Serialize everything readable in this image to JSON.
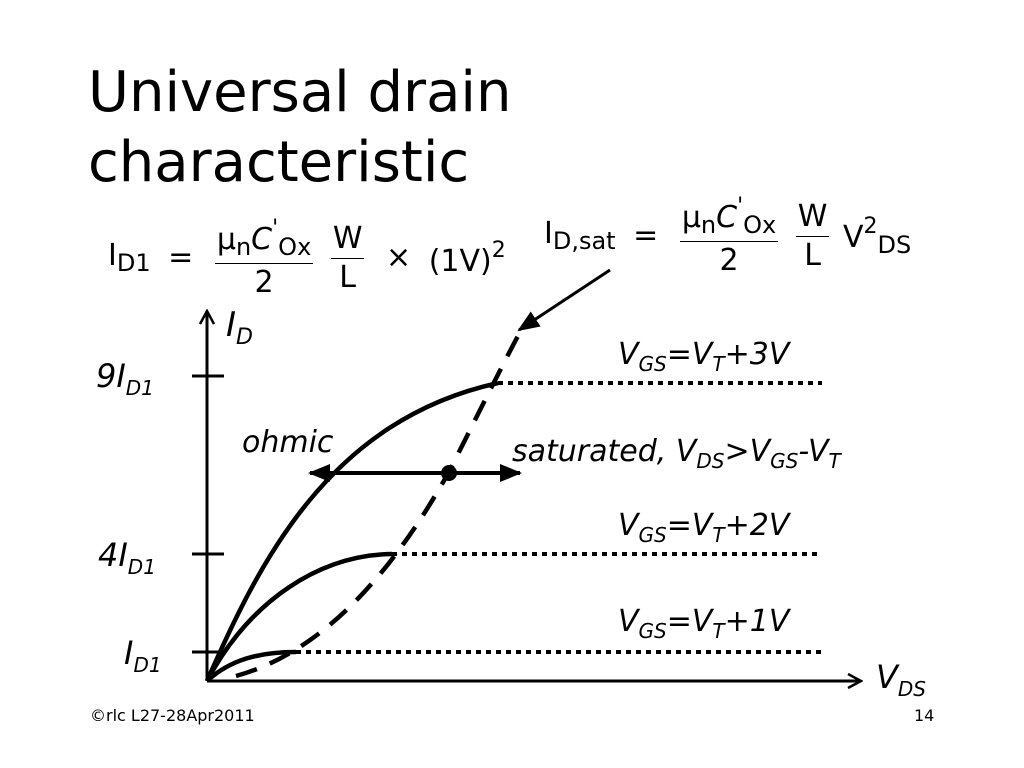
{
  "slide": {
    "title_line1": "Universal drain",
    "title_line2": "characteristic",
    "footer_left": "©rlc L27-28Apr2011",
    "footer_right": "14"
  },
  "formula_id1": {
    "lhs": "I",
    "lhs_sub": "D1",
    "equals": "=",
    "num_mu": "μ",
    "num_mu_sub": "n",
    "num_c": "C",
    "num_c_prime": "'",
    "num_ox": "Ox",
    "den": "2",
    "w": "W",
    "l": "L",
    "times": "×",
    "paren_term": "(1V)",
    "exponent": "2"
  },
  "formula_idsat": {
    "lhs": "I",
    "lhs_sub": "D,sat",
    "equals": "=",
    "num_mu": "μ",
    "num_mu_sub": "n",
    "num_c": "C",
    "num_c_prime": "'",
    "num_ox": "Ox",
    "den": "2",
    "w": "W",
    "l": "L",
    "v": "V",
    "v_sub": "DS",
    "exponent": "2"
  },
  "graph": {
    "y_axis_label": "I",
    "y_axis_label_sub": "D",
    "x_axis_label": "V",
    "x_axis_label_sub": "DS",
    "ticks": [
      {
        "coef": "9",
        "sym": "I",
        "sub": "D1",
        "value": 9
      },
      {
        "coef": "4",
        "sym": "I",
        "sub": "D1",
        "value": 4
      },
      {
        "coef": "",
        "sym": "I",
        "sub": "D1",
        "value": 1
      }
    ],
    "curves": [
      {
        "overdrive": 3,
        "v1": "V",
        "s1": "GS",
        "eq": "=",
        "v2": "V",
        "s2": "T",
        "tail": "+3V"
      },
      {
        "overdrive": 2,
        "v1": "V",
        "s1": "GS",
        "eq": "=",
        "v2": "V",
        "s2": "T",
        "tail": "+2V"
      },
      {
        "overdrive": 1,
        "v1": "V",
        "s1": "GS",
        "eq": "=",
        "v2": "V",
        "s2": "T",
        "tail": "+1V"
      }
    ],
    "region_ohmic": "ohmic",
    "region_saturated": {
      "pre": "saturated, ",
      "v1": "V",
      "s1": "DS",
      "gt": ">",
      "v2": "V",
      "s2": "GS",
      "minus": "-",
      "v3": "V",
      "s3": "T"
    }
  }
}
